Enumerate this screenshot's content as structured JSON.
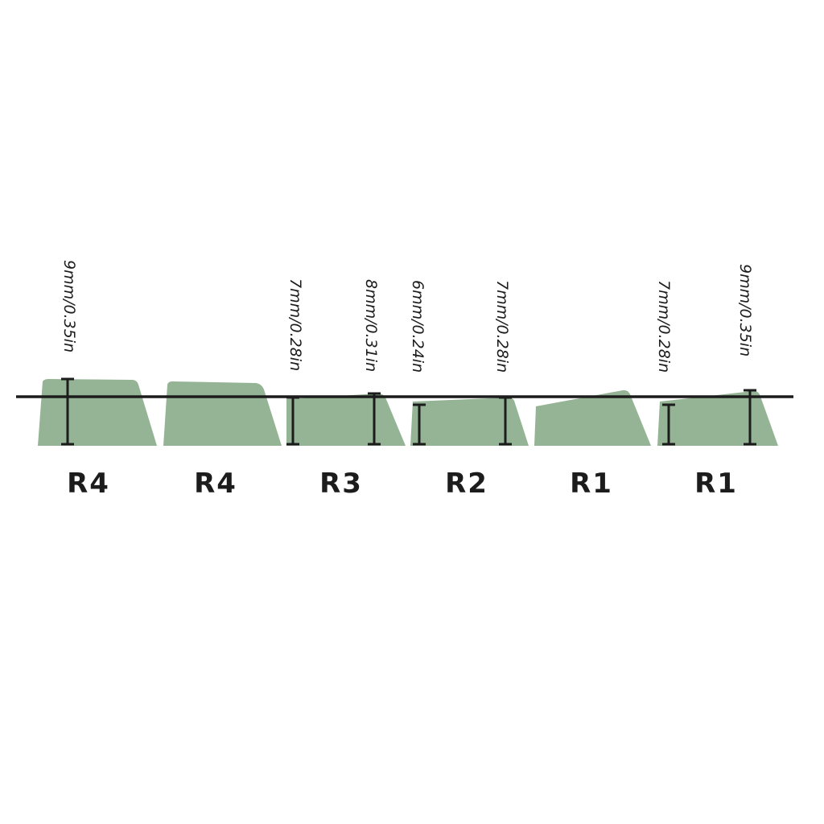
{
  "colors": {
    "keycap_fill": "#95b495",
    "ink": "#1c1c1c",
    "background": "#ffffff"
  },
  "keycaps": [
    {
      "row_label": "R4"
    },
    {
      "row_label": "R4"
    },
    {
      "row_label": "R3"
    },
    {
      "row_label": "R2"
    },
    {
      "row_label": "R1"
    },
    {
      "row_label": "R1"
    }
  ],
  "measurements": [
    {
      "label": "9mm/0.35in"
    },
    {
      "label": "7mm/0.28in"
    },
    {
      "label": "8mm/0.31in"
    },
    {
      "label": "6mm/0.24in"
    },
    {
      "label": "7mm/0.28in"
    },
    {
      "label": "7mm/0.28in"
    },
    {
      "label": "9mm/0.35in"
    }
  ]
}
